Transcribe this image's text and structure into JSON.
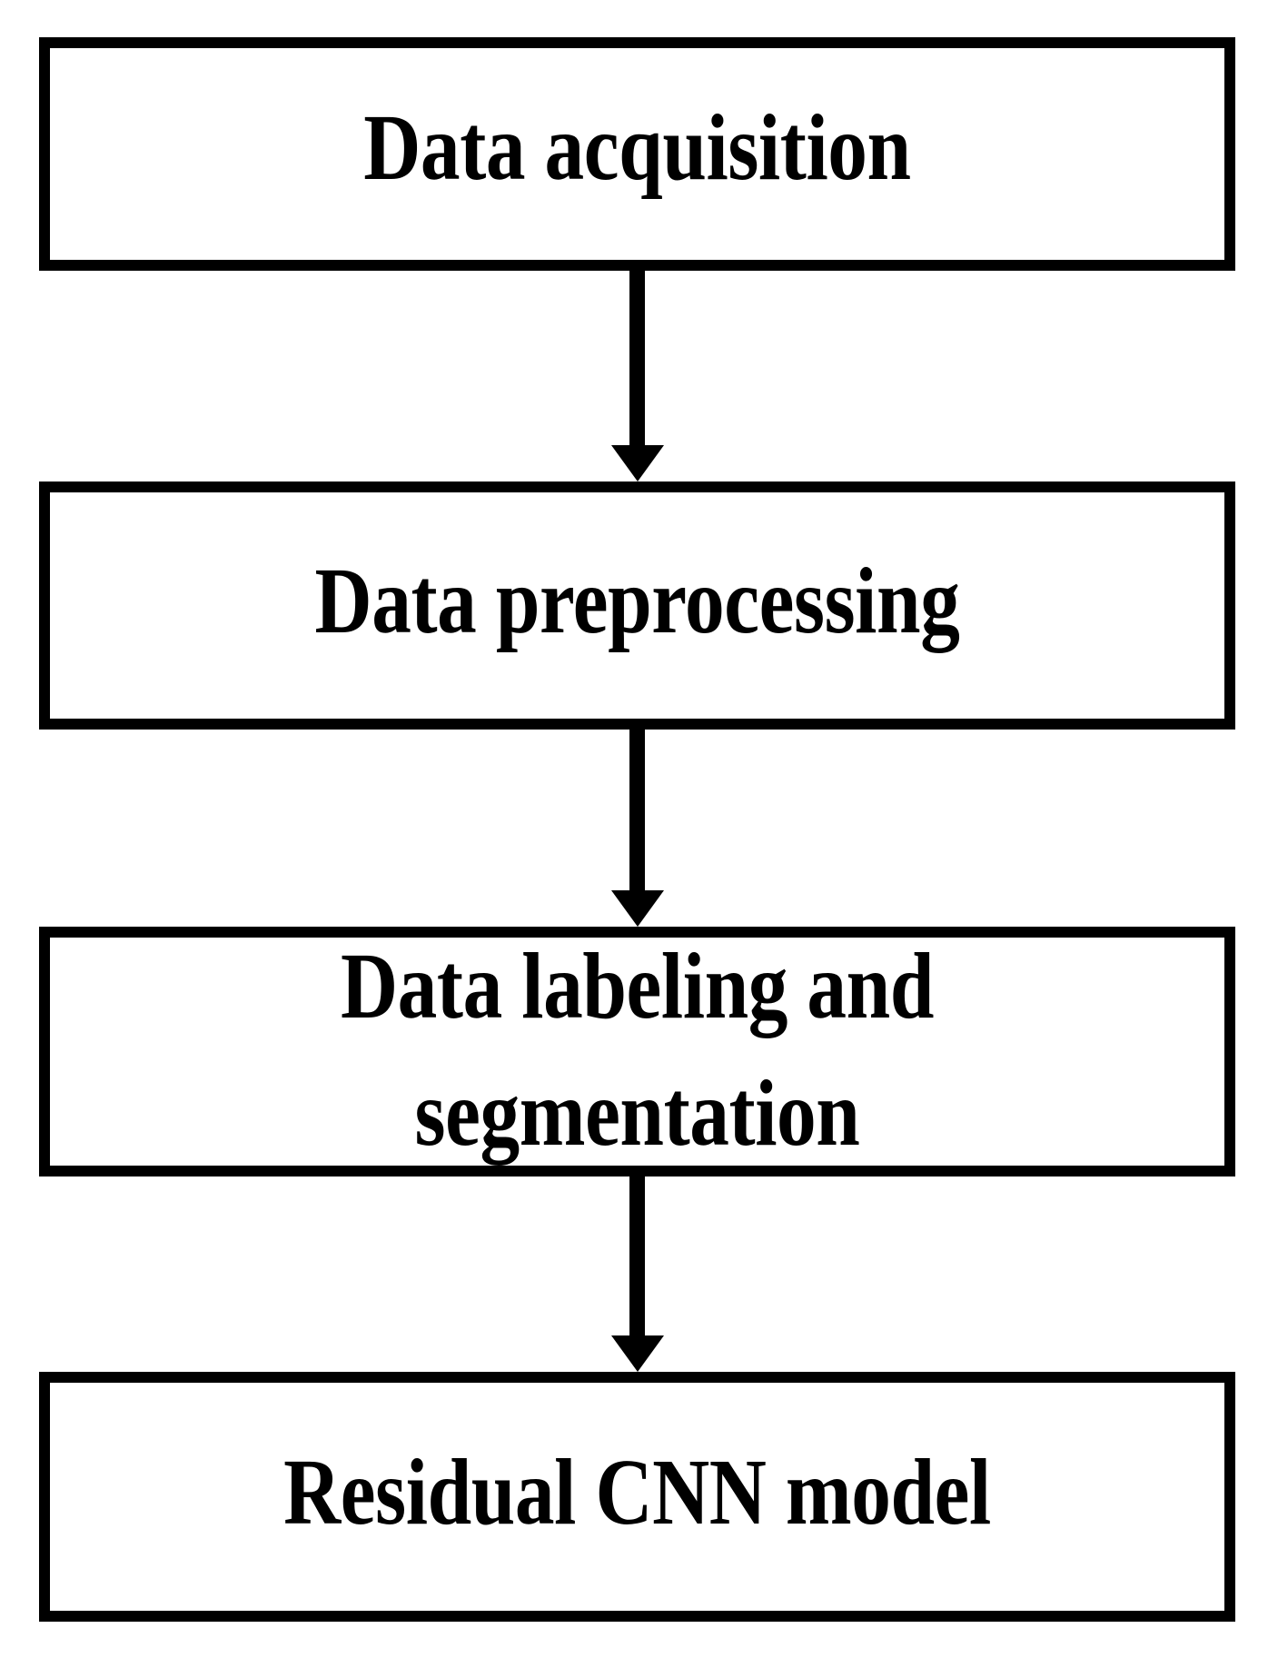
{
  "diagram": {
    "type": "flowchart",
    "orientation": "vertical-top-to-bottom",
    "title": "",
    "background_color": "#ffffff",
    "line_color": "#000000",
    "text_color": "#000000",
    "nodes": [
      {
        "id": "node-1",
        "label": "Data acquisition",
        "shape": "rectangle",
        "lines": 1
      },
      {
        "id": "node-2",
        "label": "Data preprocessing",
        "shape": "rectangle",
        "lines": 1
      },
      {
        "id": "node-3",
        "label": "Data labeling and\nsegmentation",
        "shape": "rectangle",
        "lines": 2
      },
      {
        "id": "node-4",
        "label": "Residual CNN model",
        "shape": "rectangle",
        "lines": 1
      }
    ],
    "edges": [
      {
        "id": "arrow-1",
        "from": "node-1",
        "to": "node-2",
        "style": "solid",
        "arrowhead": "filled-triangle",
        "label": ""
      },
      {
        "id": "arrow-2",
        "from": "node-2",
        "to": "node-3",
        "style": "solid",
        "arrowhead": "filled-triangle",
        "label": ""
      },
      {
        "id": "arrow-3",
        "from": "node-3",
        "to": "node-4",
        "style": "solid",
        "arrowhead": "filled-triangle",
        "label": ""
      }
    ]
  }
}
